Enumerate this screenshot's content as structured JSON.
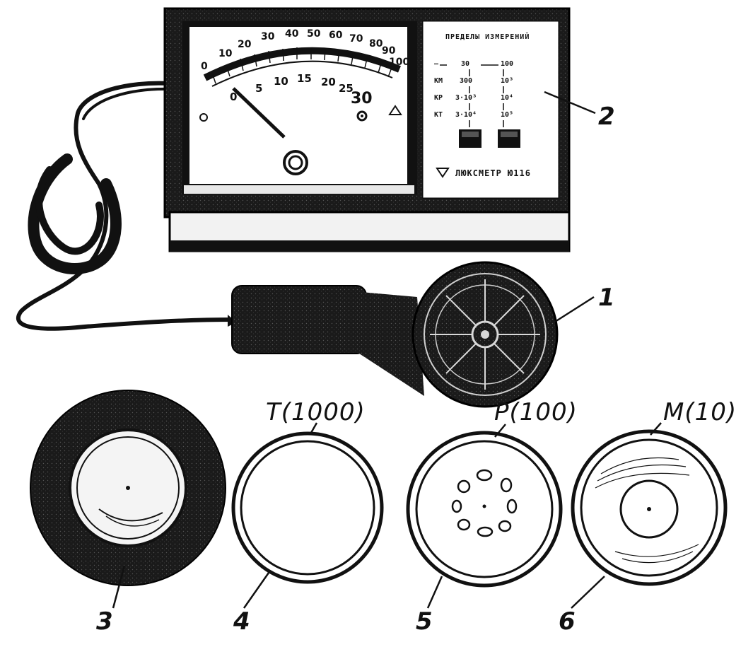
{
  "figure": {
    "meter": {
      "scale_top": [
        "0",
        "10",
        "20",
        "30",
        "40",
        "50",
        "60",
        "70",
        "80",
        "90",
        "100"
      ],
      "scale_bottom": [
        "0",
        "5",
        "10",
        "15",
        "20",
        "25",
        "30"
      ],
      "panel": {
        "title": "ПРЕДЕЛЫ ИЗМЕРЕНИЙ",
        "rows": [
          {
            "label": "—",
            "low": "30",
            "high": "100"
          },
          {
            "label": "КМ",
            "low": "300",
            "high": "10³"
          },
          {
            "label": "КР",
            "low": "3·10³",
            "high": "10⁴"
          },
          {
            "label": "КТ",
            "low": "3·10⁴",
            "high": "10⁵"
          }
        ],
        "model": "ЛЮКСМЕТР Ю116"
      }
    },
    "callouts": [
      "1",
      "2",
      "3",
      "4",
      "5",
      "6"
    ],
    "filter_labels": [
      "T(1000)",
      "P(100)",
      "M(10)"
    ]
  }
}
